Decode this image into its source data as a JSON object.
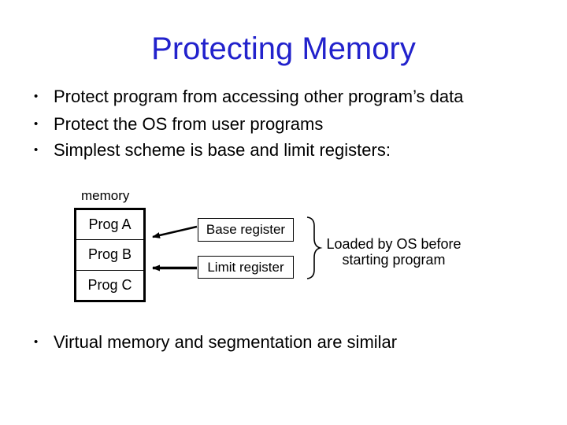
{
  "slide": {
    "title": "Protecting Memory",
    "bullet_glyph": "•",
    "bullets": [
      "Protect program from accessing other program’s data",
      "Protect the OS from user programs",
      "Simplest scheme is base and limit registers:"
    ],
    "footer_bullet": "Virtual memory and segmentation are similar"
  },
  "diagram": {
    "memory_label": "memory",
    "memory_rows": [
      "Prog A",
      "Prog B",
      "Prog C"
    ],
    "base_register_label": "Base register",
    "limit_register_label": "Limit register",
    "brace_note_line1": "Loaded by OS before",
    "brace_note_line2": "starting program"
  },
  "colors": {
    "background": "#ffffff",
    "title_blue": "#2222cc",
    "text_black": "#000000"
  }
}
